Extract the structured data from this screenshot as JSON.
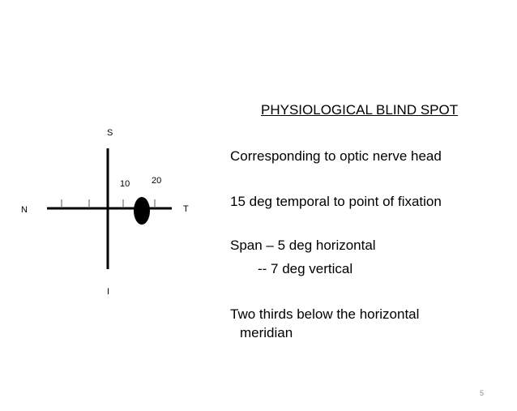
{
  "slide": {
    "title": "PHYSIOLOGICAL BLIND SPOT",
    "lines": [
      "Corresponding to optic nerve head",
      "15 deg temporal to point of fixation",
      "Span – 5 deg horizontal",
      "-- 7 deg vertical",
      "Two thirds below the horizontal",
      "meridian"
    ],
    "page_number": "5"
  },
  "diagram": {
    "label_superior": "S",
    "label_inferior": "I",
    "label_nasal": "N",
    "label_temporal": "T",
    "tick_label_10": "10",
    "tick_label_20": "20"
  }
}
